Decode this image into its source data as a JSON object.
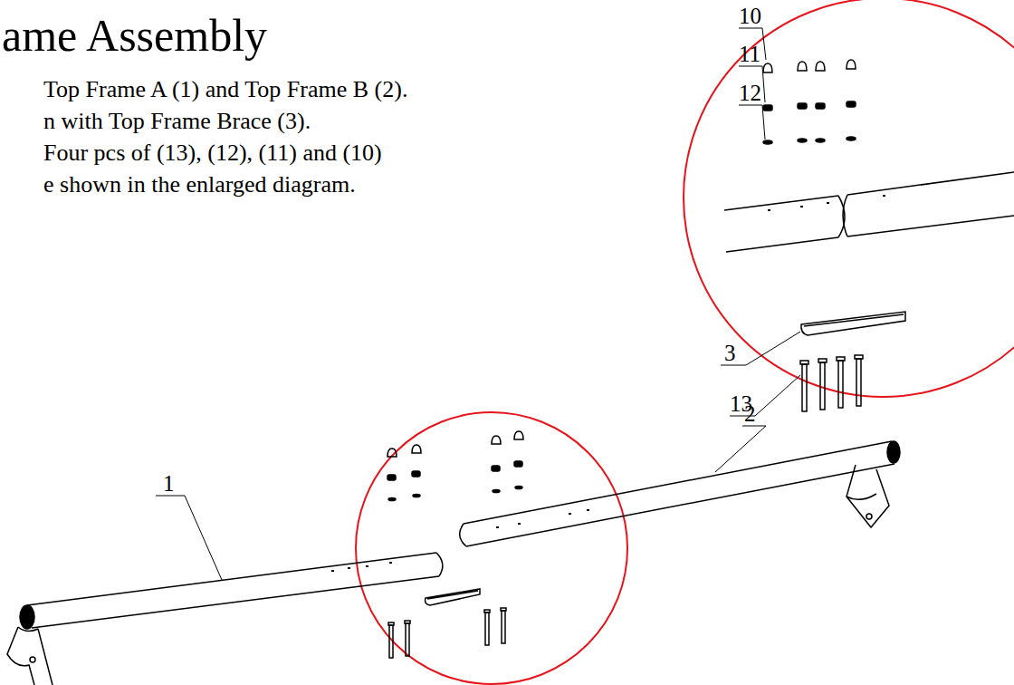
{
  "diagram": {
    "title": "ame Assembly",
    "labels": [
      "Top Frame A (1) and Top Frame B (2).",
      "n with Top Frame Brace (3).",
      "Four pcs of (13), (12), (11) and (10)",
      "e shown in the enlarged diagram.",
      "10",
      "11",
      "12",
      "3",
      "13",
      "2",
      "1"
    ]
  }
}
